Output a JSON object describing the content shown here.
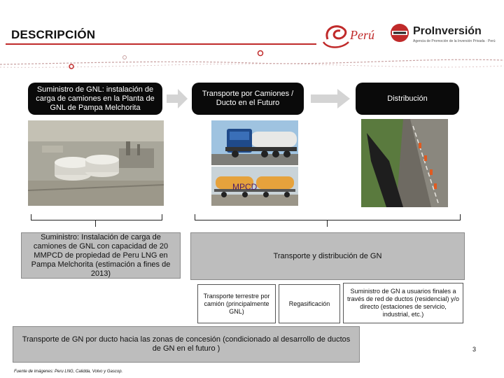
{
  "header": {
    "title": "DESCRIPCIÓN",
    "peru_logo_text": "Perú",
    "pro_logo_name": "ProInversión",
    "pro_logo_sub": "Agencia de Promoción de la Inversión Privada · Perú"
  },
  "steps": [
    {
      "label": "Suministro de GNL: instalación de carga de camiones en la Planta de GNL de Pampa Melchorita"
    },
    {
      "label": "Transporte por Camiones / Ducto en el Futuro"
    },
    {
      "label": "Distribución"
    }
  ],
  "photo_overlay": "MPCD",
  "boxes": {
    "supply": "Suministro: Instalación de carga de camiones de GNL con capacidad de 20 MMPCD de propiedad de Peru LNG en Pampa Melchorita (estimación a fines de 2013)",
    "transport_dist": "Transporte y distribución de GN",
    "truck_transport": "Transporte terrestre por camión (principalmente GNL)",
    "regasification": "Regasificación",
    "supply_users": "Suministro de GN a usuarios finales a través de red de ductos (residencial) y/o directo (estaciones de servicio, industrial, etc.)",
    "pipeline": "Transporte de GN por ducto hacia las zonas de concesión (condicionado al desarrollo de ductos de GN en el futuro )"
  },
  "page_number": "3",
  "footnote": "Fuente de imágenes: Peru LNG, Calidda, Volvo y Gascop.",
  "colors": {
    "accent_red": "#c02a2a",
    "box_gray": "#bdbdbd",
    "box_black": "#0a0a0a"
  }
}
